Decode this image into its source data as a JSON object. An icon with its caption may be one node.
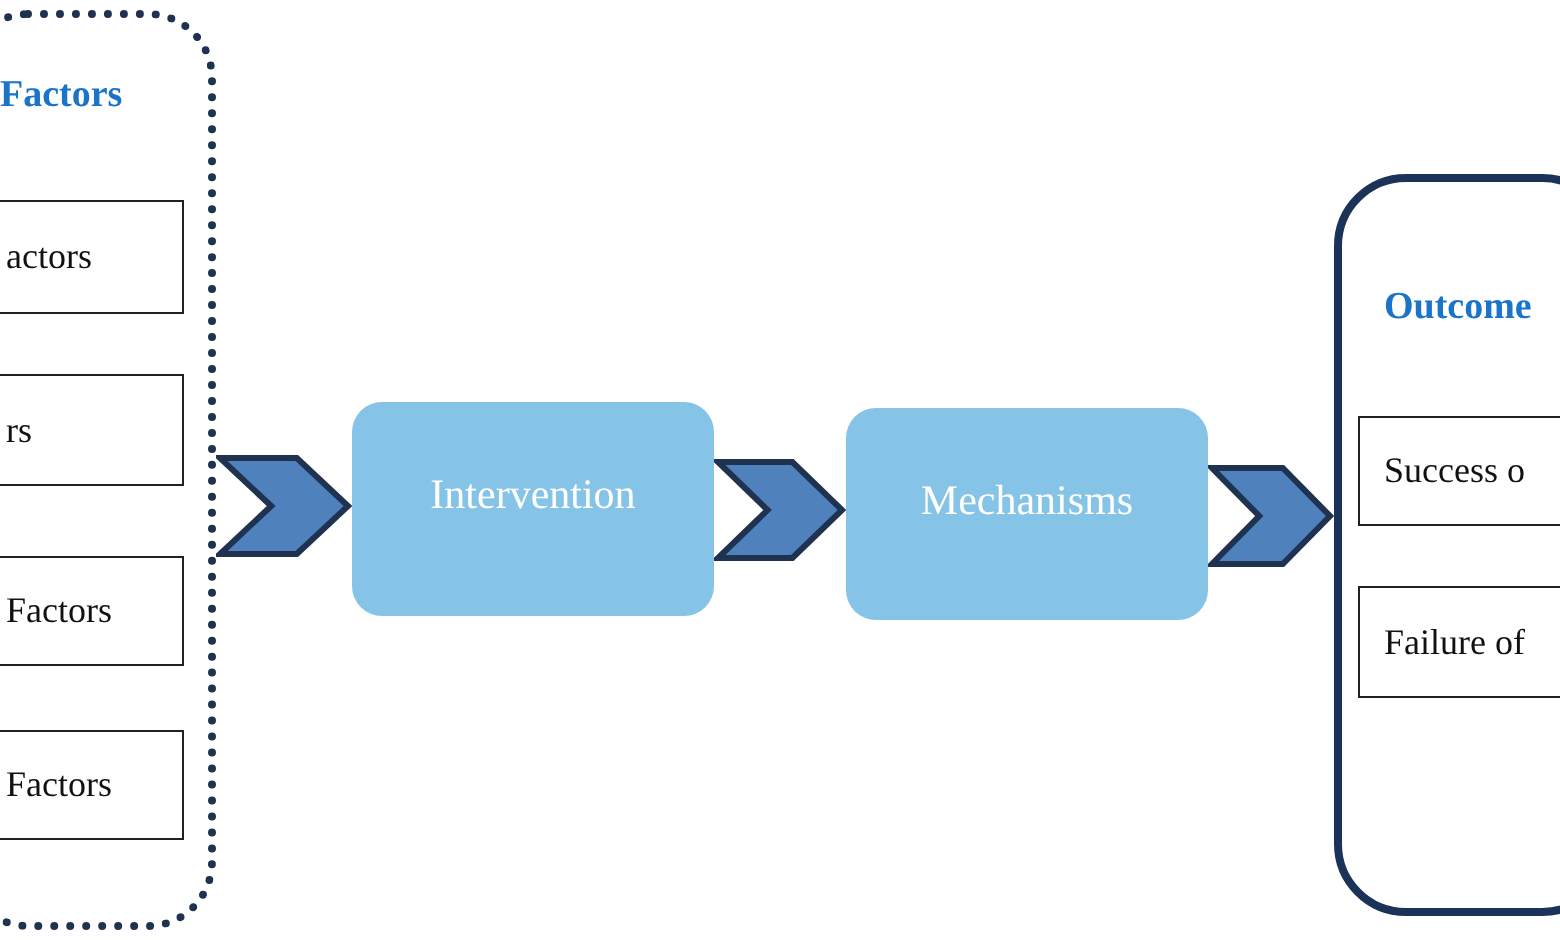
{
  "diagram": {
    "nodes": [
      {
        "text": [
          "Factors"
        ]
      },
      {
        "text": [
          "actors"
        ],
        "in": 0
      },
      {
        "text": [
          "rs"
        ],
        "in": 0
      },
      {
        "text": [
          "Factors"
        ],
        "in": 0
      },
      {
        "text": [
          "Factors"
        ],
        "in": 0
      },
      {
        "text": [
          "Intervention"
        ]
      },
      {
        "text": [
          "Mechanisms"
        ]
      },
      {
        "text": [
          "Outcome"
        ]
      },
      {
        "text": [
          "Success o"
        ],
        "in": 7
      },
      {
        "text": [
          "Failure of"
        ],
        "in": 7
      }
    ],
    "edges": [
      {
        "from": 0,
        "to": 5,
        "arrow": "to"
      },
      {
        "from": 5,
        "to": 6,
        "arrow": "to"
      },
      {
        "from": 6,
        "to": 7,
        "arrow": "to"
      }
    ]
  }
}
